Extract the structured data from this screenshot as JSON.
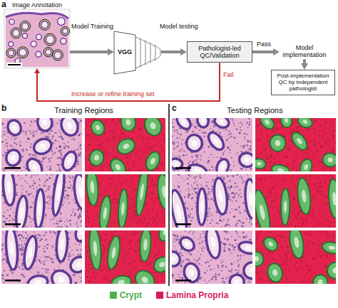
{
  "diagram": {
    "nodes": [
      {
        "text": [
          "Image Annotation"
        ]
      },
      {
        "text": [
          "VGG"
        ]
      },
      {
        "text": [
          "Pathologist-led QC/Validation"
        ]
      },
      {
        "text": [
          "Model implementation"
        ]
      },
      {
        "text": [
          "Post-implementation QC by independent pathologist"
        ]
      }
    ],
    "edges": [
      {
        "from": 0,
        "to": 1,
        "arrow": "to",
        "label": "Model Training"
      },
      {
        "from": 1,
        "to": 2,
        "arrow": "to",
        "label": "Model testing"
      },
      {
        "from": 2,
        "to": 3,
        "arrow": "to",
        "label": "Pass"
      },
      {
        "from": 3,
        "to": 4,
        "arrow": "to"
      },
      {
        "from": 2,
        "to": 0,
        "arrow": "to",
        "label": "Fail"
      }
    ],
    "labels": [
      "a",
      "Increase or refine training set",
      "b",
      "Training Regions",
      "c",
      "Testing Regions"
    ],
    "legend": [
      {
        "text": "Crypt",
        "color": "#4caf50"
      },
      {
        "text": "Lamina Propria",
        "color": "#d81b5a"
      }
    ]
  }
}
